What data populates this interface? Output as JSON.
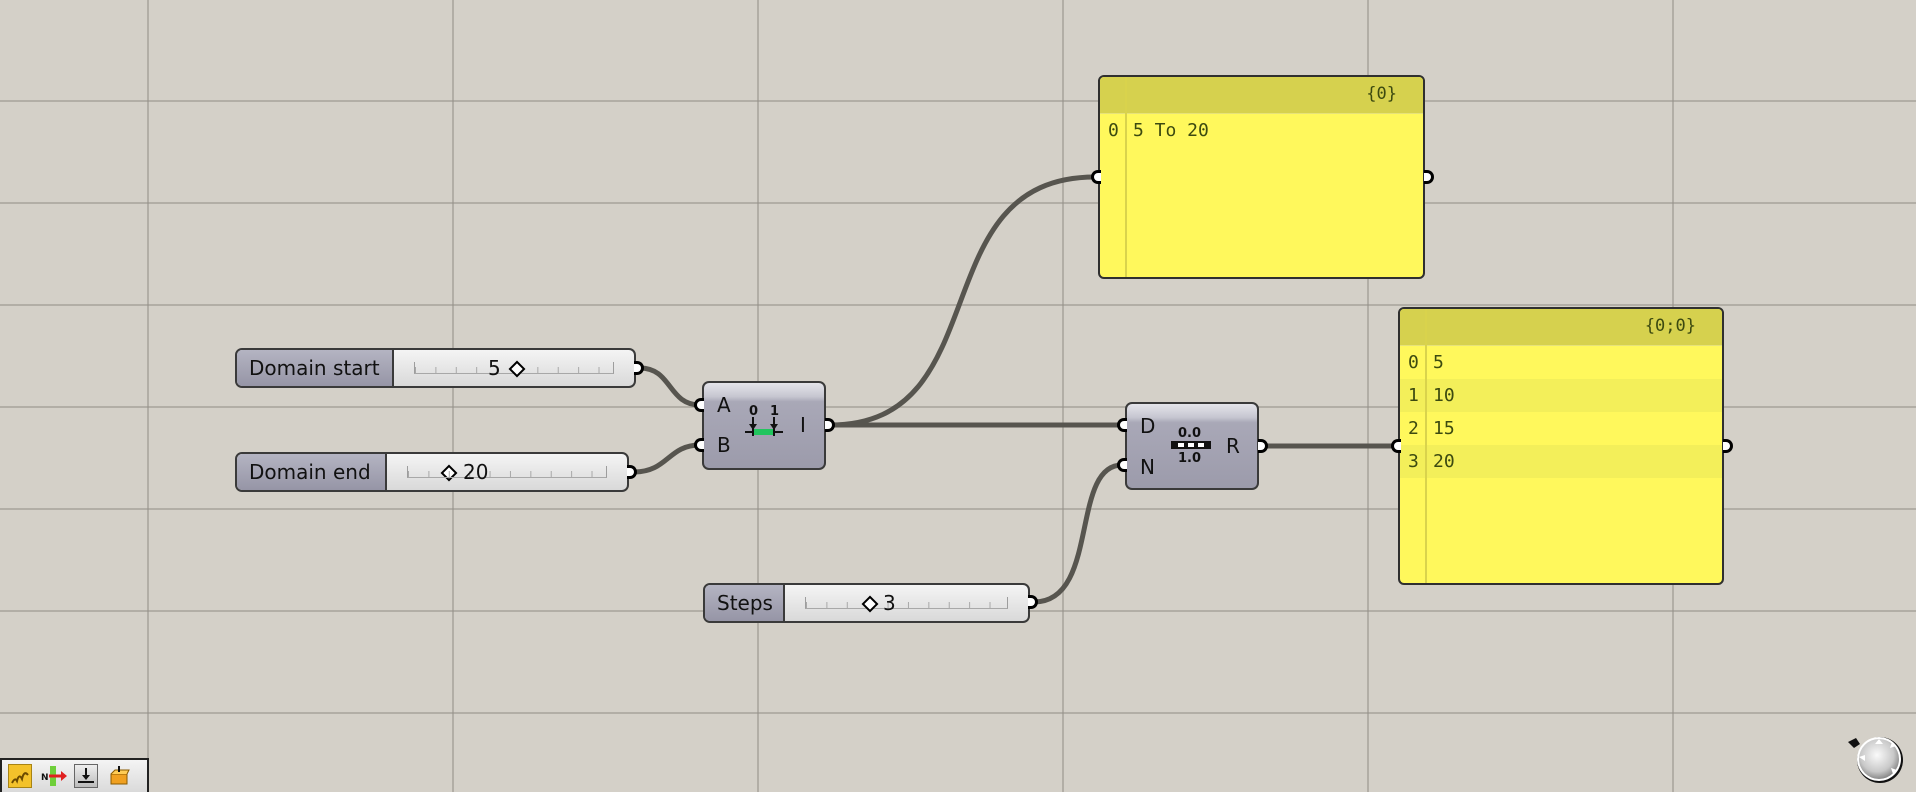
{
  "canvas": {
    "background": "#d4d0c8",
    "grid_color": "#96928a",
    "wire_color": "#57554f"
  },
  "sliders": [
    {
      "id": "domain-start",
      "label": "Domain start",
      "value": "5"
    },
    {
      "id": "domain-end",
      "label": "Domain end",
      "value": "20"
    },
    {
      "id": "steps",
      "label": "Steps",
      "value": "3"
    }
  ],
  "components": {
    "construct_domain": {
      "inputs": [
        "A",
        "B"
      ],
      "output": "I",
      "icon": "construct-domain-icon",
      "icon_labels": [
        "0",
        "1"
      ],
      "icon_bar_color": "#22c55e"
    },
    "range": {
      "inputs": [
        "D",
        "N"
      ],
      "output": "R",
      "icon": "range-icon",
      "icon_labels": [
        "0.0",
        "1.0"
      ]
    }
  },
  "panels": {
    "domain_panel": {
      "path": "{0}",
      "rows": [
        {
          "index": "0",
          "value": "5 To 20"
        }
      ]
    },
    "range_panel": {
      "path": "{0;0}",
      "rows": [
        {
          "index": "0",
          "value": "5"
        },
        {
          "index": "1",
          "value": "10"
        },
        {
          "index": "2",
          "value": "15"
        },
        {
          "index": "3",
          "value": "20"
        }
      ]
    },
    "color": "#fff85c",
    "header_color": "#d6d14e"
  },
  "toolbar": {
    "buttons": [
      {
        "icon": "sketch-icon",
        "active": true
      },
      {
        "icon": "align-icon"
      },
      {
        "icon": "bake-icon"
      },
      {
        "icon": "package-icon"
      }
    ]
  },
  "navigation": {
    "icon": "navigation-wheel-icon"
  }
}
